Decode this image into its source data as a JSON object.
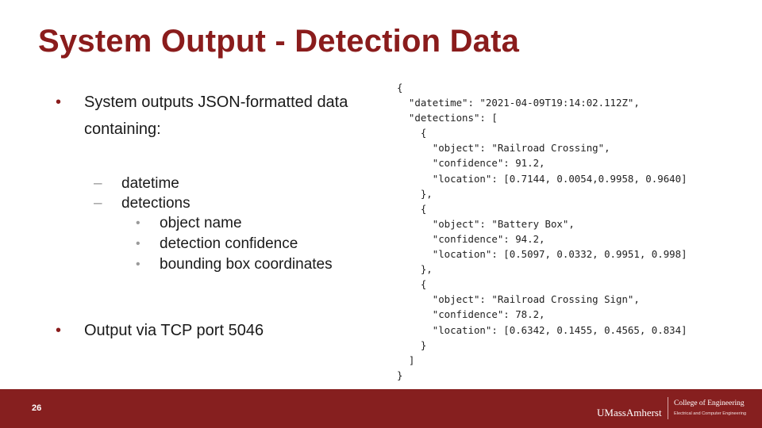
{
  "slide": {
    "title": "System Output - Detection Data",
    "bullets": {
      "b1_text": "System outputs JSON-formatted data containing:",
      "b1_marker": "•",
      "sub_marker": "–",
      "subsub_marker": "•",
      "sub_items": [
        "datetime",
        "detections"
      ],
      "subsub_items": [
        "object name",
        "detection confidence",
        "bounding box coordinates"
      ],
      "last_text": "Output via TCP port 5046",
      "last_marker": "•"
    },
    "code_lines": [
      "{",
      "  \"datetime\": \"2021-04-09T19:14:02.112Z\",",
      "  \"detections\": [",
      "    {",
      "      \"object\": \"Railroad Crossing\",",
      "      \"confidence\": 91.2,",
      "      \"location\": [0.7144, 0.0054,0.9958, 0.9640]",
      "    },",
      "    {",
      "      \"object\": \"Battery Box\",",
      "      \"confidence\": 94.2,",
      "      \"location\": [0.5097, 0.0332, 0.9951, 0.998]",
      "    },",
      "    {",
      "      \"object\": \"Railroad Crossing Sign\",",
      "      \"confidence\": 78.2,",
      "      \"location\": [0.6342, 0.1455, 0.4565, 0.834]",
      "    }",
      "  ]",
      "}"
    ]
  },
  "footer": {
    "page_number": "26",
    "logo": {
      "university": "UMassAmherst",
      "college": "College of Engineering",
      "department": "Electrical and Computer Engineering"
    }
  },
  "colors": {
    "title": "#8a1c1c",
    "footer_bg": "#861f1f",
    "bullet_marker": "#8a1c1c",
    "sub_marker": "#9a9a9a"
  }
}
